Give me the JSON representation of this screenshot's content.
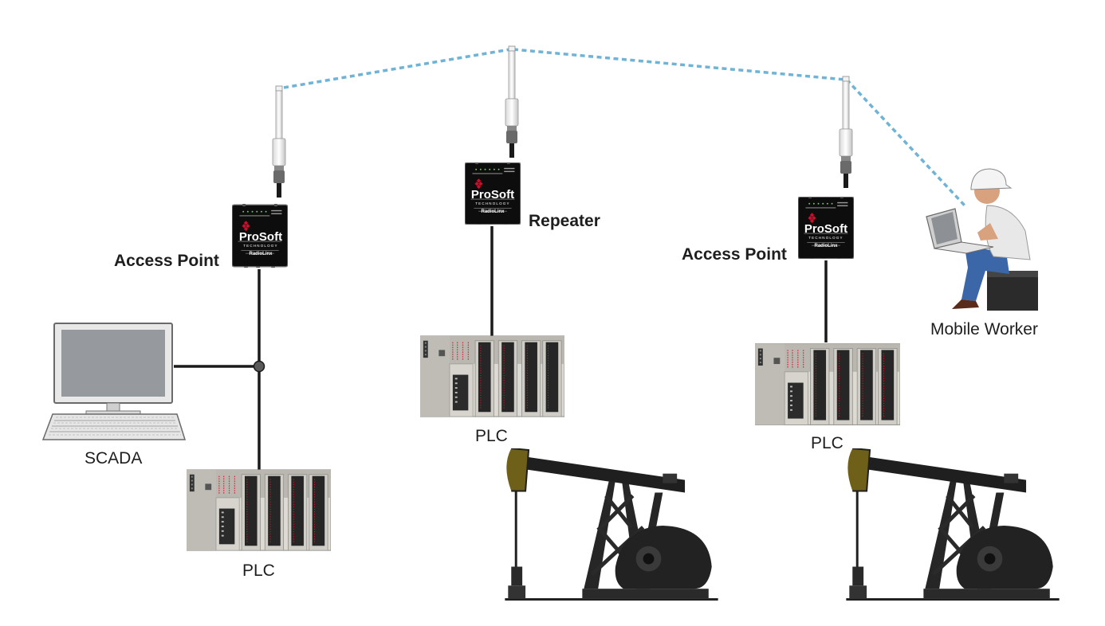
{
  "labels": {
    "access_point_left": "Access Point",
    "repeater": "Repeater",
    "access_point_right": "Access Point",
    "mobile_worker": "Mobile Worker",
    "scada": "SCADA",
    "plc_left": "PLC",
    "plc_center": "PLC",
    "plc_right": "PLC"
  },
  "radio": {
    "brand": "ProSoft",
    "brand_sub": "TECHNOLOGY",
    "model": "RadioLinx"
  },
  "colors": {
    "wireless_link": "#6fb3d6",
    "wire": "#1a1a1a",
    "radio_body": "#0d0d0d",
    "brand_red": "#c8102e",
    "plc_body": "#dcdad2",
    "pumpjack_body": "#1f1f1f",
    "pumpjack_head": "#6e6018"
  },
  "icons": [
    "antenna-icon",
    "radio-icon",
    "computer-icon",
    "plc-icon",
    "pumpjack-icon",
    "worker-icon"
  ]
}
